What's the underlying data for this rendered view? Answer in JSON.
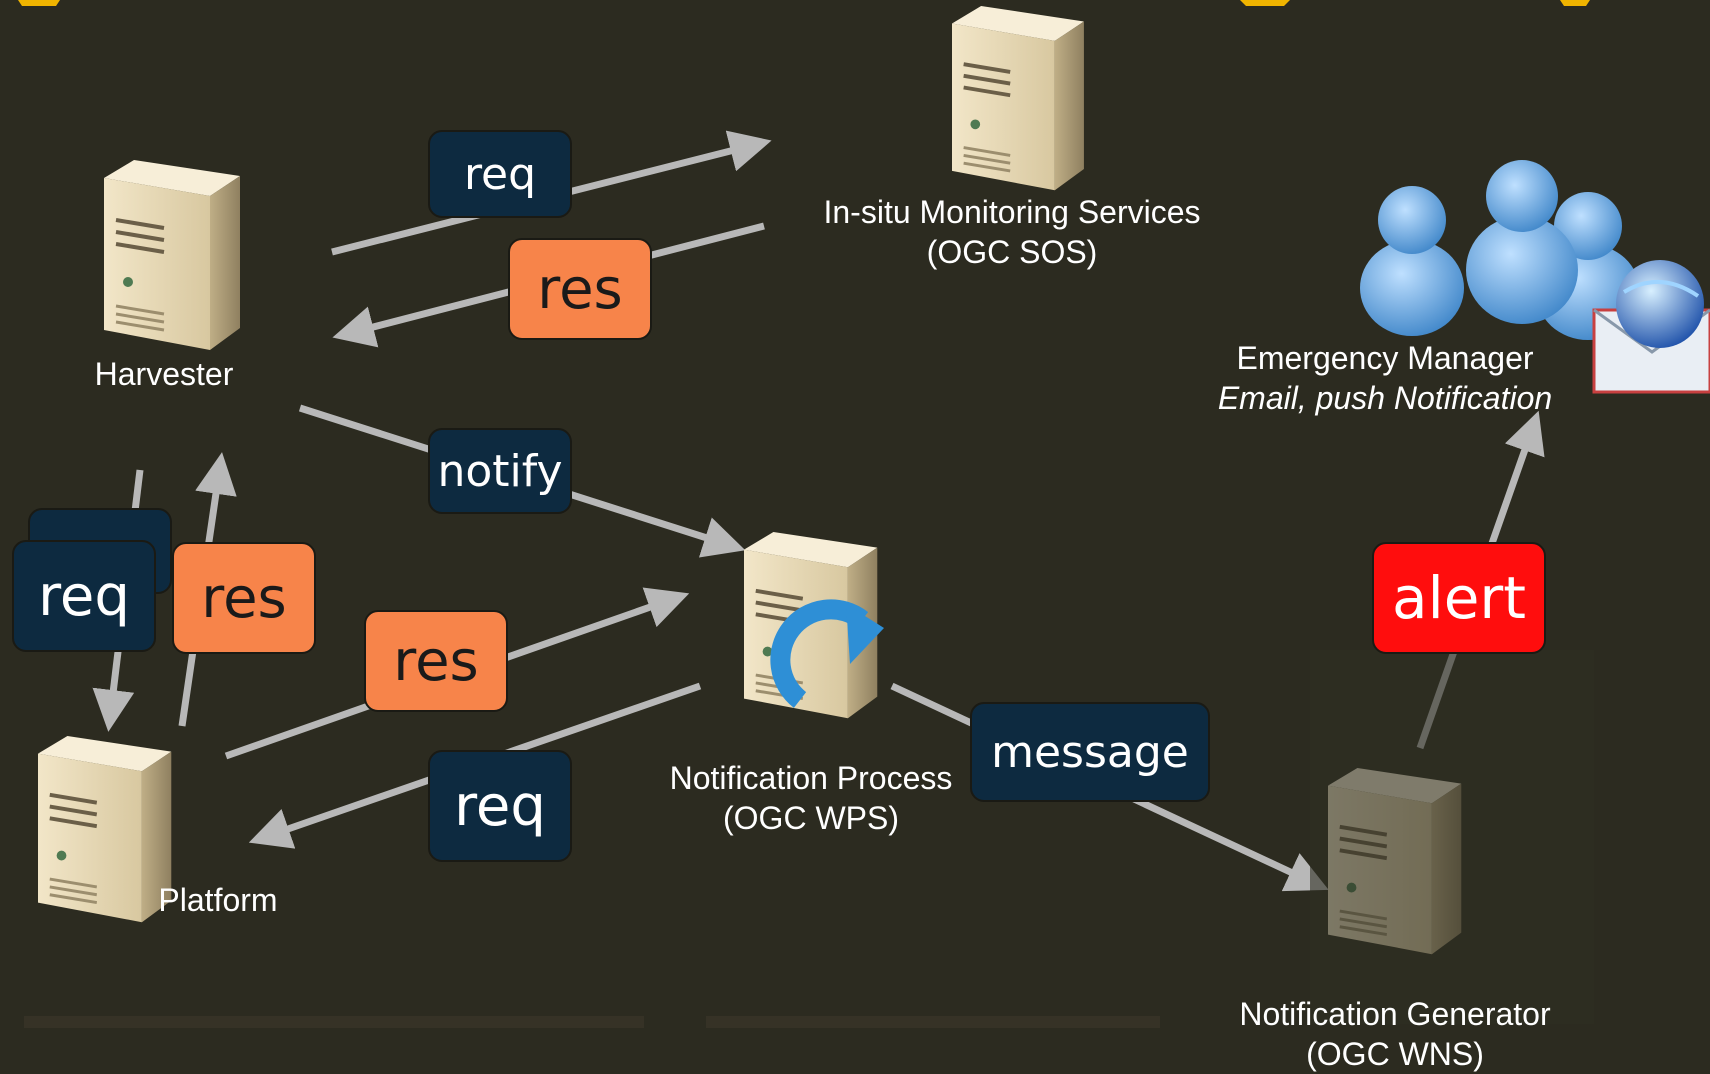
{
  "nodes": {
    "harvester": "Harvester",
    "sos_name": "In-situ Monitoring Services",
    "sos_std": "(OGC SOS)",
    "emergency_name": "Emergency Manager",
    "emergency_sub": "Email, push Notification",
    "platform": "Platform",
    "wps_name": "Notification Process",
    "wps_std": "(OGC WPS)",
    "wns_name": "Notification Generator",
    "wns_std": "(OGC WNS)"
  },
  "messages": {
    "req_top": "req",
    "res_top": "res",
    "notify": "notify",
    "req_left": "req",
    "res_left": "res",
    "res_mid": "res",
    "req_mid": "req",
    "message": "message",
    "alert": "alert"
  },
  "colors": {
    "background": "#2c2b20",
    "dark_box": "#0d2a40",
    "orange_box": "#f7844a",
    "alert_box": "#ff0d0d",
    "arrow": "#b8b8b8"
  }
}
